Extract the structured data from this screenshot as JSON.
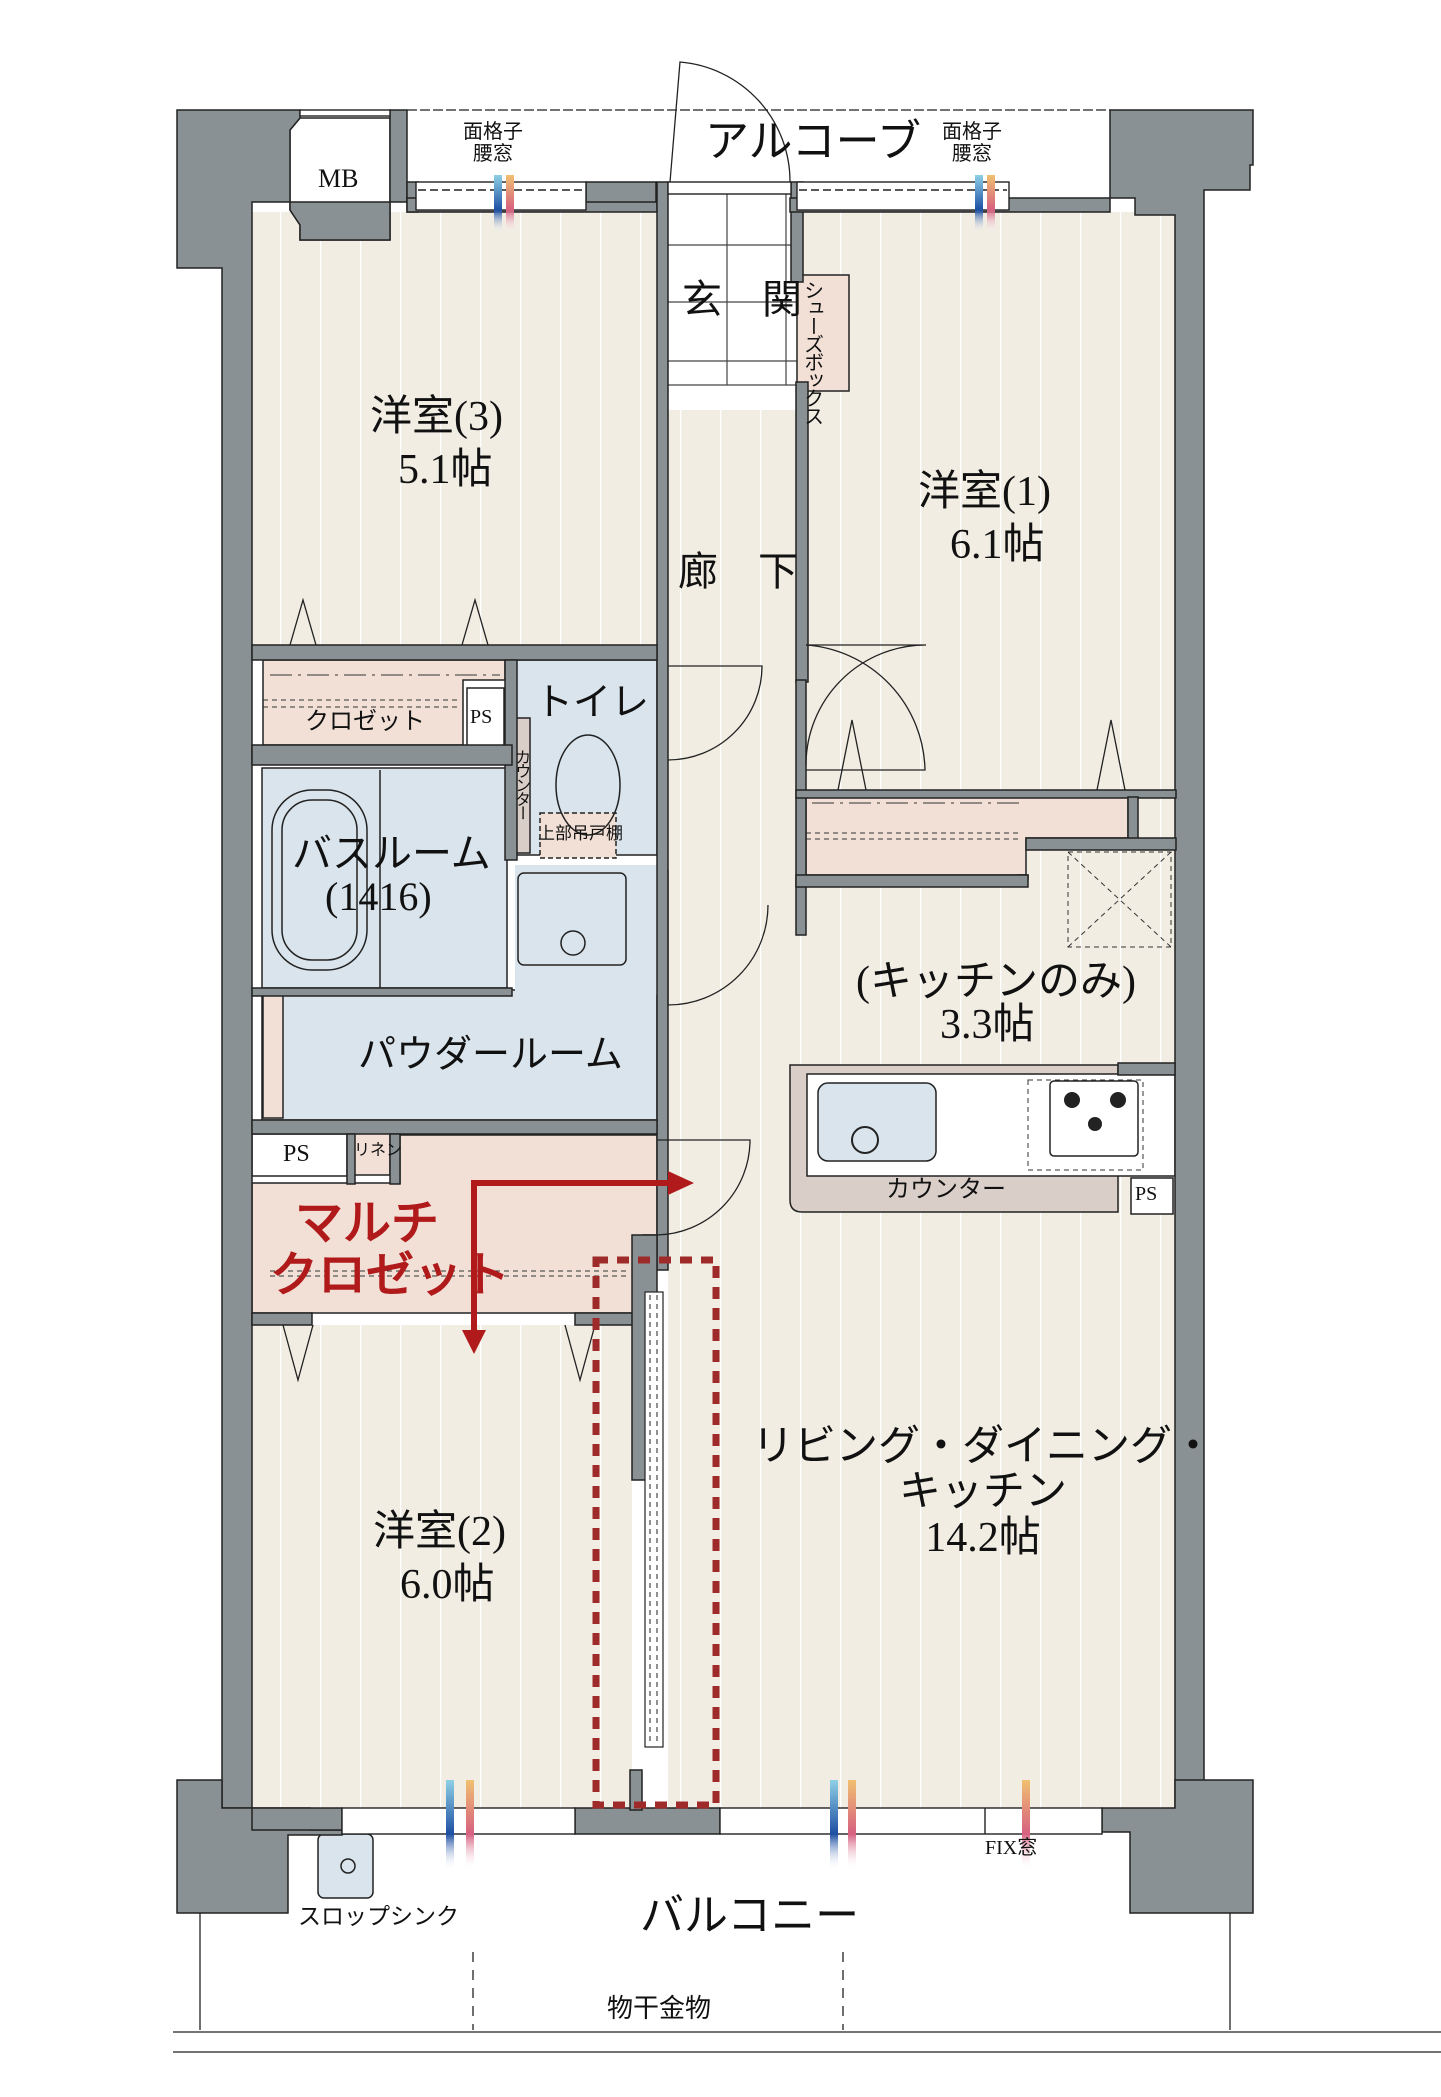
{
  "colors": {
    "wall": "#8a9194",
    "floor": "#f1ede3",
    "wet_area": "#d9e4ec",
    "closet": "#f2e0d7",
    "counter": "#dacfc8",
    "accent_red": "#b01a1a",
    "dotted_red": "#9e2a2a"
  },
  "exterior": {
    "alcove": "アルコーブ",
    "window_label_left": {
      "line1": "面格子",
      "line2": "腰窓"
    },
    "window_label_right": {
      "line1": "面格子",
      "line2": "腰窓"
    },
    "mb": "MB",
    "balcony": "バルコニー",
    "slop_sink": "スロップシンク",
    "drying_hardware": "物干金物",
    "fix_window": "FIX窓"
  },
  "rooms": {
    "entrance": {
      "name": "玄　関"
    },
    "shoe_box": {
      "name": "シューズボックス"
    },
    "hallway": {
      "name": "廊　下"
    },
    "western3": {
      "name": "洋室(3)",
      "size": "5.1帖"
    },
    "western1": {
      "name": "洋室(1)",
      "size": "6.1帖"
    },
    "western2": {
      "name": "洋室(2)",
      "size": "6.0帖"
    },
    "closet3": {
      "name": "クロゼット"
    },
    "closet1": {
      "name": "クロゼット"
    },
    "ps_top": {
      "name": "PS"
    },
    "toilet": {
      "name": "トイレ"
    },
    "toilet_counter": {
      "name": "カウンター"
    },
    "toilet_cabinet": {
      "name": "上部吊戸棚"
    },
    "bathroom": {
      "name": "バスルーム",
      "size": "(1416)"
    },
    "powder": {
      "name": "パウダールーム"
    },
    "ps_mid": {
      "name": "PS"
    },
    "linen": {
      "name": "リネン"
    },
    "multi_closet": {
      "line1": "マルチ",
      "line2": "クロゼット"
    },
    "kitchen": {
      "name": "(キッチンのみ)",
      "size": "3.3帖"
    },
    "kitchen_counter": {
      "name": "カウンター"
    },
    "ps_kitchen": {
      "name": "PS"
    },
    "ldk": {
      "line1": "リビング・ダイニング・",
      "line2": "キッチン",
      "size": "14.2帖"
    }
  }
}
